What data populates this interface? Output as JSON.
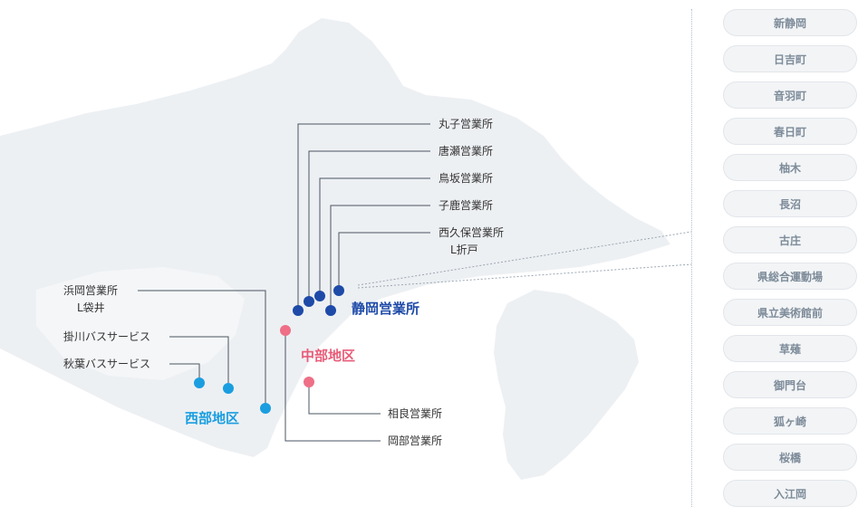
{
  "map": {
    "offices_shizuoka": [
      {
        "label": "丸子営業所"
      },
      {
        "label": "唐瀬営業所"
      },
      {
        "label": "鳥坂営業所"
      },
      {
        "label": "子鹿営業所"
      },
      {
        "label": "西久保営業所",
        "sub": "L折戸"
      }
    ],
    "offices_west": [
      {
        "label": "浜岡営業所",
        "sub": "L袋井"
      },
      {
        "label": "掛川バスサービス"
      },
      {
        "label": "秋葉バスサービス"
      }
    ],
    "offices_central": [
      {
        "label": "相良営業所"
      },
      {
        "label": "岡部営業所"
      }
    ],
    "districts": {
      "west": "西部地区",
      "central": "中部地区",
      "shizuoka": "静岡営業所"
    },
    "colors": {
      "land": "#edf0f3",
      "line": "#4a5560",
      "shizuoka_dot": "#1e4aa8",
      "west_dot": "#1a9ee0",
      "central_dot": "#ee6f86"
    }
  },
  "stops": [
    "新静岡",
    "日吉町",
    "音羽町",
    "春日町",
    "柚木",
    "長沼",
    "古庄",
    "県総合運動場",
    "県立美術館前",
    "草薙",
    "御門台",
    "狐ヶ崎",
    "桜橋",
    "入江岡"
  ]
}
